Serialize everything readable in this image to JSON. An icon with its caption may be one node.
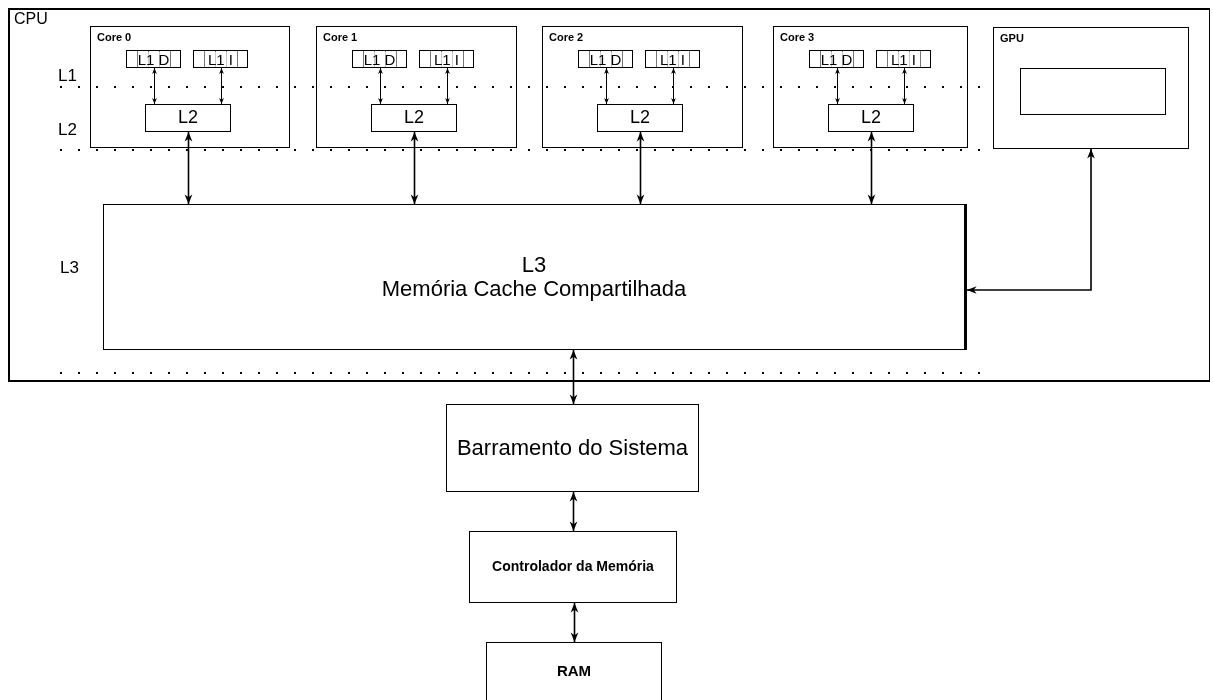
{
  "diagram": {
    "nodes": [
      {
        "text": [
          "CPU"
        ]
      },
      {
        "text": [
          "Core 0"
        ],
        "in": 0
      },
      {
        "text": [
          "L1 D"
        ],
        "in": 1
      },
      {
        "text": [
          "L1 I"
        ],
        "in": 1
      },
      {
        "text": [
          "L2"
        ],
        "in": 1
      },
      {
        "text": [
          "Core 1"
        ],
        "in": 0
      },
      {
        "text": [
          "L1 D"
        ],
        "in": 5
      },
      {
        "text": [
          "L1 I"
        ],
        "in": 5
      },
      {
        "text": [
          "L2"
        ],
        "in": 5
      },
      {
        "text": [
          "Core 2"
        ],
        "in": 0
      },
      {
        "text": [
          "L1 D"
        ],
        "in": 9
      },
      {
        "text": [
          "L1 I"
        ],
        "in": 9
      },
      {
        "text": [
          "L2"
        ],
        "in": 9
      },
      {
        "text": [
          "Core 3"
        ],
        "in": 0
      },
      {
        "text": [
          "L1 D"
        ],
        "in": 13
      },
      {
        "text": [
          "L1 I"
        ],
        "in": 13
      },
      {
        "text": [
          "L2"
        ],
        "in": 13
      },
      {
        "text": [
          "GPU"
        ],
        "in": 0
      },
      {
        "text": [],
        "shape": "box",
        "in": 17
      },
      {
        "text": [
          "L3",
          "Memória Cache Compartilhada"
        ],
        "in": 0
      },
      {
        "text": [
          "Barramento do Sistema"
        ]
      },
      {
        "text": [
          "Controlador da Memória"
        ]
      },
      {
        "text": [
          "RAM"
        ]
      }
    ],
    "edges": [
      {
        "from": 2,
        "to": 4,
        "arrow": "both"
      },
      {
        "from": 3,
        "to": 4,
        "arrow": "both"
      },
      {
        "from": 6,
        "to": 8,
        "arrow": "both"
      },
      {
        "from": 7,
        "to": 8,
        "arrow": "both"
      },
      {
        "from": 10,
        "to": 12,
        "arrow": "both"
      },
      {
        "from": 11,
        "to": 12,
        "arrow": "both"
      },
      {
        "from": 14,
        "to": 16,
        "arrow": "both"
      },
      {
        "from": 15,
        "to": 16,
        "arrow": "both"
      },
      {
        "from": 4,
        "to": 19,
        "arrow": "both"
      },
      {
        "from": 8,
        "to": 19,
        "arrow": "both"
      },
      {
        "from": 12,
        "to": 19,
        "arrow": "both"
      },
      {
        "from": 16,
        "to": 19,
        "arrow": "both"
      },
      {
        "from": 17,
        "to": 19,
        "arrow": "both"
      },
      {
        "from": 19,
        "to": 20,
        "arrow": "both"
      },
      {
        "from": 20,
        "to": 21,
        "arrow": "both"
      },
      {
        "from": 21,
        "to": 22,
        "arrow": "both"
      }
    ],
    "labels": [
      "L1",
      "L2",
      "L3"
    ]
  }
}
